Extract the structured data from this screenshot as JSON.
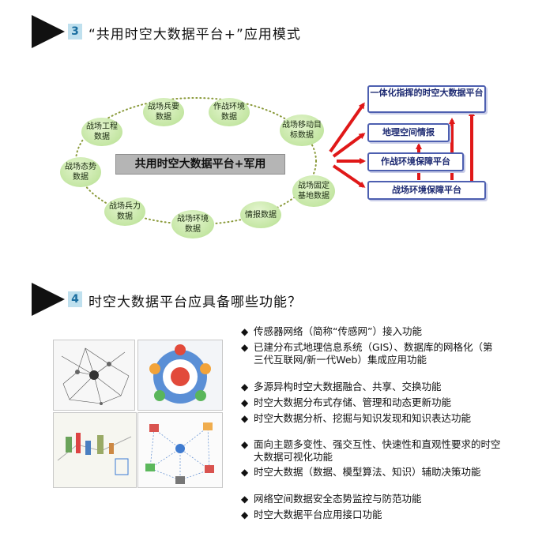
{
  "section3": {
    "number": "3",
    "title": "“共用时空大数据平台+”应用模式"
  },
  "section4": {
    "number": "4",
    "title": "时空大数据平台应具备哪些功能？"
  },
  "diagram": {
    "center": "共用时空大数据平台+军用",
    "bubbles": [
      "战场兵要数据",
      "作战环境数据",
      "战场移动目标数据",
      "战场固定基地数据",
      "情报数据",
      "战场环境数据",
      "战场兵力数据",
      "战场态势数据",
      "战场工程数据"
    ],
    "platforms": [
      "一体化指挥的时空大数据平台",
      "地理空间情报",
      "作战环境保障平台",
      "战场环境保障平台"
    ],
    "colors": {
      "arrow": "#e01818",
      "bubble": "#c4e6a3",
      "platform_border": "#4d5fb0",
      "center_box": "#b5b5b5"
    }
  },
  "features": [
    "传感器网络（简称“传感网”）接入功能",
    "已建分布式地理信息系统（GIS）、数据库的网格化（第三代互联网/新一代Web）集成应用功能",
    "多源异构时空大数据融合、共享、交换功能",
    "时空大数据分布式存储、管理和动态更新功能",
    "时空大数据分析、挖掘与知识发现和知识表达功能",
    "面向主题多变性、强交互性、快速性和直观性要求的时空大数据可视化功能",
    "时空大数据（数据、模型算法、知识）辅助决策功能",
    "网络空间数据安全态势监控与防范功能",
    "时空大数据平台应用接口功能"
  ],
  "icons": {
    "bullet": "diamond-bullet-icon",
    "section_marker": "triangle-arrow-icon"
  }
}
